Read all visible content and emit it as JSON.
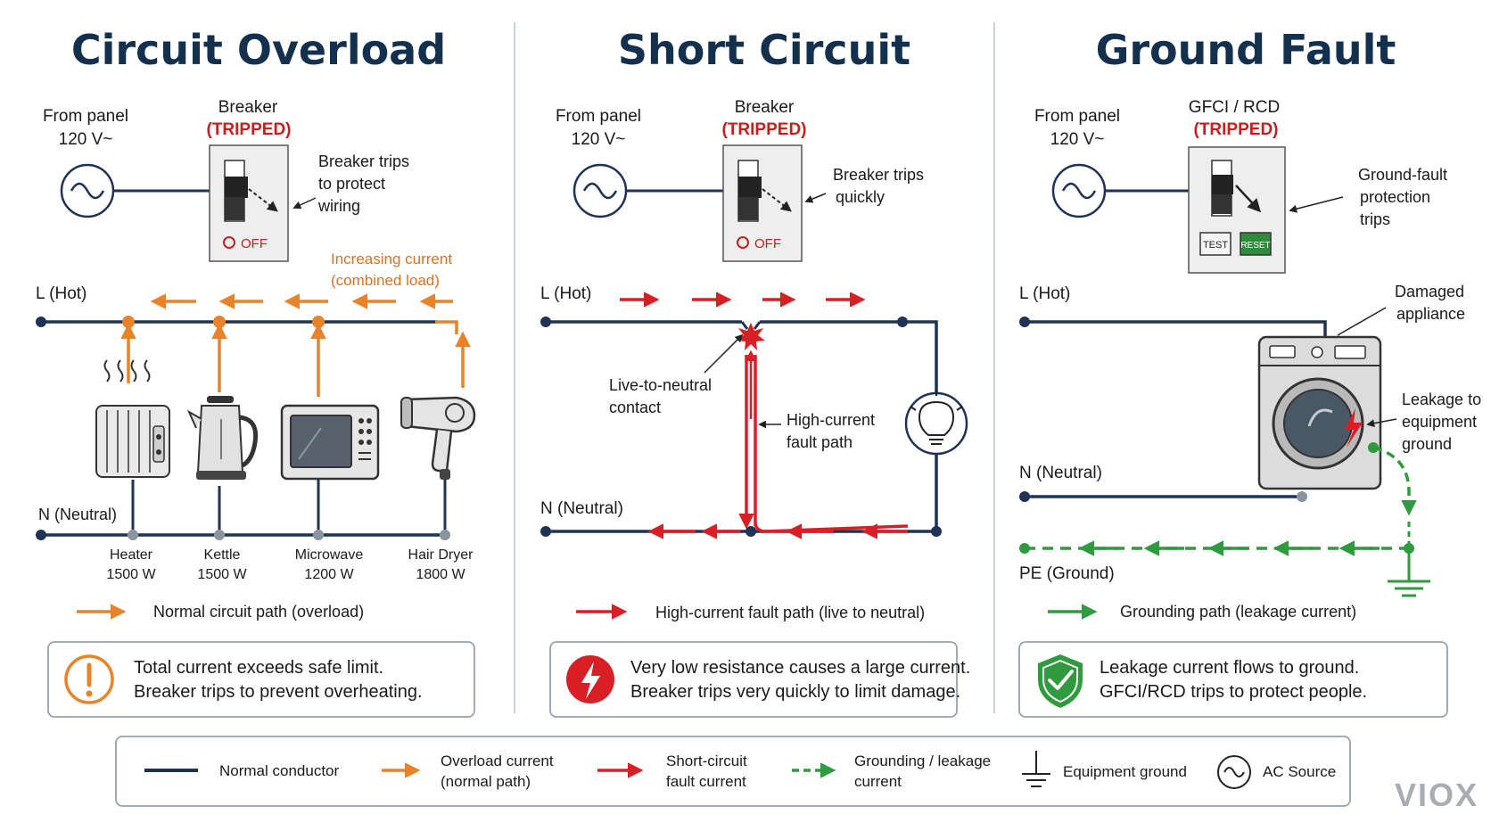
{
  "colors": {
    "navy": "#1f3354",
    "orange": "#e8832a",
    "red": "#d81f26",
    "green": "#2f9a3e",
    "panel_fill": "#eeeeee",
    "title": "#14304f"
  },
  "panels": {
    "overload": {
      "title": "Circuit Overload",
      "source_line1": "From panel",
      "source_line2": "120 V~",
      "breaker_line1": "Breaker",
      "breaker_line2": "(TRIPPED)",
      "breaker_state": "OFF",
      "note_line1": "Breaker trips",
      "note_line2": "to protect",
      "note_line3": "wiring",
      "increase_line1": "Increasing current",
      "increase_line2": "(combined load)",
      "hot_label": "L (Hot)",
      "neutral_label": "N (Neutral)",
      "appliances": [
        {
          "name": "Heater",
          "power": "1500 W",
          "icon": "heater-icon"
        },
        {
          "name": "Kettle",
          "power": "1500 W",
          "icon": "kettle-icon"
        },
        {
          "name": "Microwave",
          "power": "1200 W",
          "icon": "microwave-icon"
        },
        {
          "name": "Hair Dryer",
          "power": "1800 W",
          "icon": "hair-dryer-icon"
        }
      ],
      "path_legend": "Normal circuit path (overload)",
      "box_line1": "Total current exceeds safe limit.",
      "box_line2": "Breaker trips to prevent overheating.",
      "box_icon": "warning-icon"
    },
    "short": {
      "title": "Short Circuit",
      "source_line1": "From panel",
      "source_line2": "120 V~",
      "breaker_line1": "Breaker",
      "breaker_line2": "(TRIPPED)",
      "breaker_state": "OFF",
      "note_line1": "Breaker trips",
      "note_line2": "quickly",
      "hot_label": "L (Hot)",
      "neutral_label": "N (Neutral)",
      "contact_line1": "Live-to-neutral",
      "contact_line2": "contact",
      "fault_line1": "High-current",
      "fault_line2": "fault path",
      "load_icon": "light-bulb-icon",
      "path_legend": "High-current fault path (live to neutral)",
      "box_line1": "Very low resistance causes a large current.",
      "box_line2": "Breaker trips very quickly to limit damage.",
      "box_icon": "lightning-icon"
    },
    "ground": {
      "title": "Ground Fault",
      "source_line1": "From panel",
      "source_line2": "120 V~",
      "breaker_line1": "GFCI / RCD",
      "breaker_line2": "(TRIPPED)",
      "test_label": "TEST",
      "reset_label": "RESET",
      "note_line1": "Ground-fault",
      "note_line2": "protection",
      "note_line3": "trips",
      "hot_label": "L (Hot)",
      "neutral_label": "N (Neutral)",
      "pe_label": "PE (Ground)",
      "appliance_line1": "Damaged",
      "appliance_line2": "appliance",
      "leak_line1": "Leakage to",
      "leak_line2": "equipment",
      "leak_line3": "ground",
      "appliance_icon": "washing-machine-icon",
      "path_legend": "Grounding path (leakage current)",
      "box_line1": "Leakage current flows to ground.",
      "box_line2": "GFCI/RCD trips to protect people.",
      "box_icon": "shield-check-icon"
    }
  },
  "legend": {
    "normal": "Normal conductor",
    "overload_line1": "Overload current",
    "overload_line2": "(normal path)",
    "short_line1": "Short-circuit",
    "short_line2": "fault current",
    "ground_line1": "Grounding / leakage",
    "ground_line2": "current",
    "equip_ground": "Equipment ground",
    "ac_source": "AC Source"
  },
  "watermark": "VIOX"
}
